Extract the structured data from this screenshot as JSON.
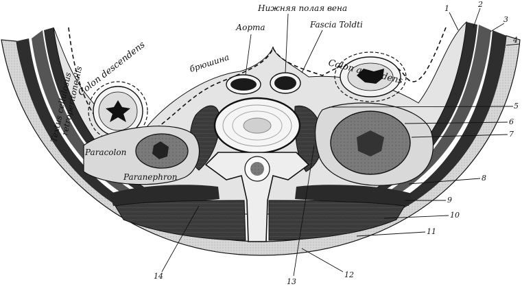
{
  "labels": {
    "vena_cava_inferior": "Нижняя полая вена",
    "aorta": "Аорта",
    "fascia_toldti": "Fascia Toldti",
    "peritoneum": "брюшина",
    "colon_descendens": "Colon descendens",
    "colon_ascendens": "Colon ascendens",
    "textus": "Textus cellulosus",
    "retroperitonealis": "retroperitonealis",
    "paracolon": "Paracolon",
    "paranephron": "Paranephron"
  },
  "numbers": [
    "1",
    "2",
    "3",
    "4",
    "5",
    "6",
    "7",
    "8",
    "9",
    "10",
    "11",
    "12",
    "13",
    "14"
  ],
  "colors": {
    "muscle": "#3a3a3a",
    "fat_tissue": "#d9d9d9",
    "bone": "#efefef",
    "outline": "#111111",
    "background": "#ffffff"
  }
}
